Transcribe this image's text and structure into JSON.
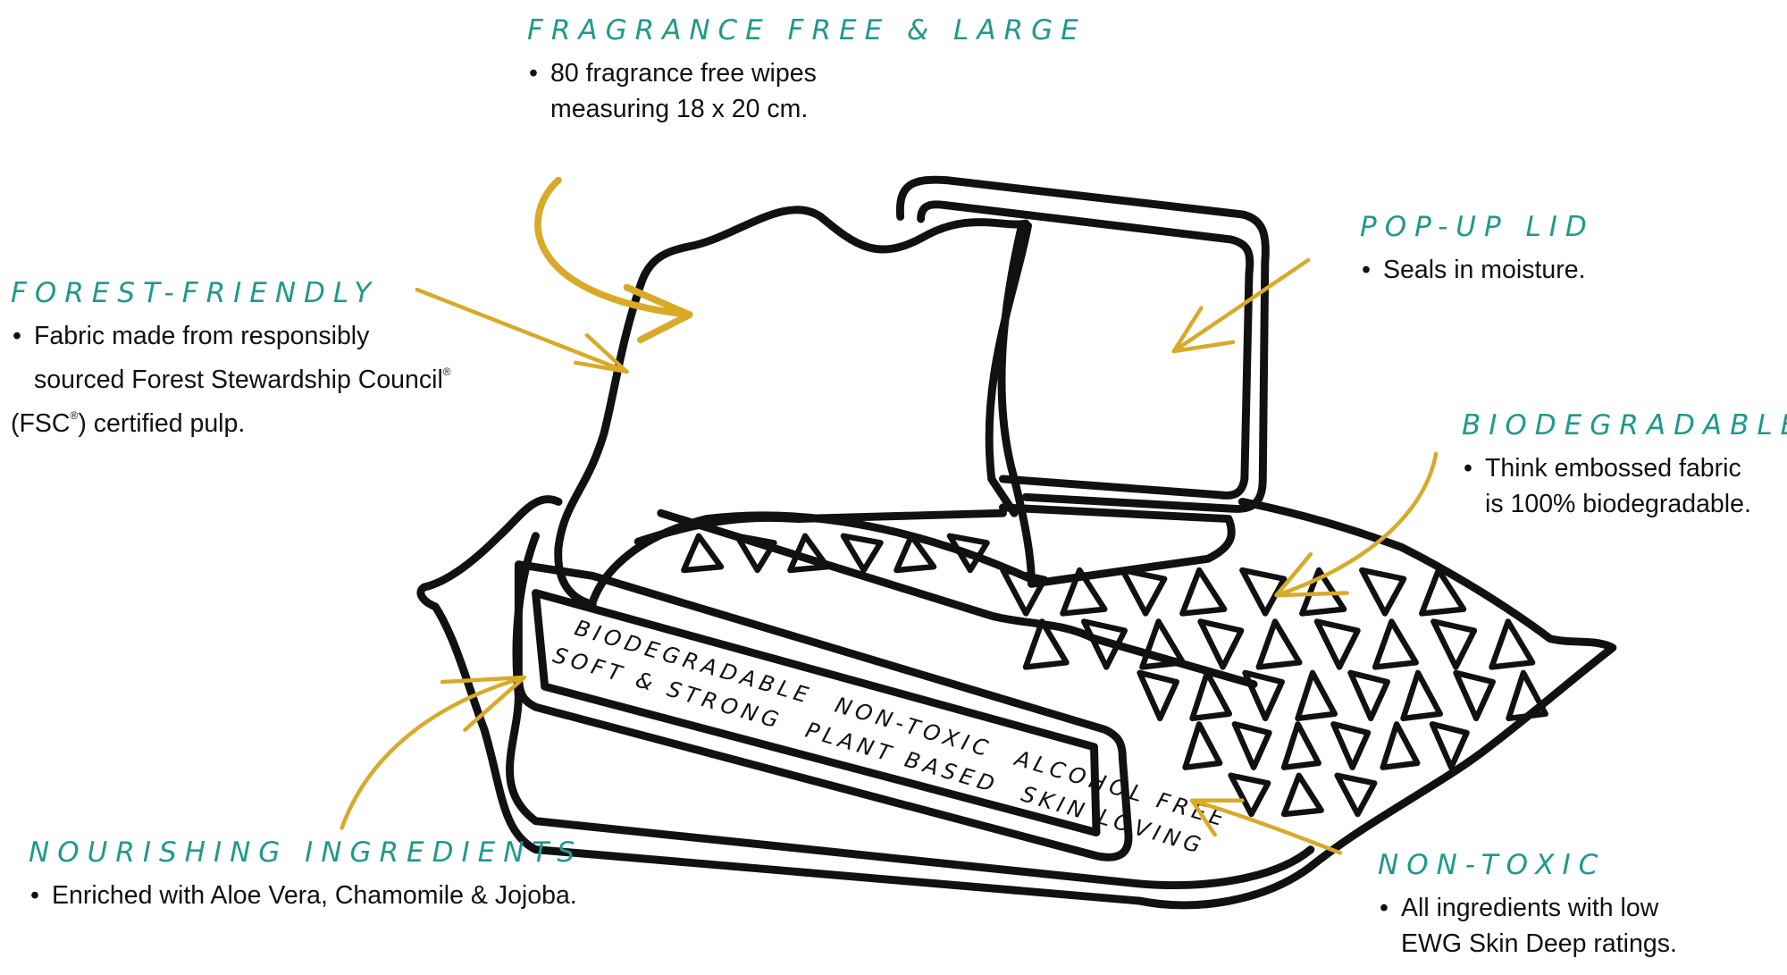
{
  "colors": {
    "heading": "#1e9a8a",
    "arrow": "#d9a928",
    "ink": "#111111",
    "background": "#ffffff"
  },
  "callouts": {
    "fragrance": {
      "heading": "Fragrance Free & Large",
      "bullets": [
        "80 fragrance free wipes\nmeasuring 18 x 20 cm."
      ]
    },
    "forest": {
      "heading": "Forest-Friendly",
      "bullet_line1": "Fabric made from responsibly",
      "bullet_line2": "sourced Forest Stewardship Council",
      "bullet_line3_prefix": "(FSC",
      "bullet_line3_suffix": ") certified pulp.",
      "registered_mark": "®"
    },
    "popup": {
      "heading": "Pop-Up Lid",
      "bullets": [
        "Seals in moisture."
      ]
    },
    "biodegradable": {
      "heading": "Biodegradable",
      "bullets": [
        "Think embossed fabric\nis 100% biodegradable."
      ]
    },
    "nourishing": {
      "heading": "Nourishing Ingredients",
      "bullets": [
        "Enriched with Aloe Vera, Chamomile & Jojoba."
      ]
    },
    "nontoxic": {
      "heading": "Non-Toxic",
      "bullets": [
        "All ingredients with low\nEWG Skin Deep ratings."
      ]
    }
  },
  "package_label": {
    "line1": [
      "BIODEGRADABLE",
      "NON-TOXIC",
      "ALCOHOL FREE"
    ],
    "line2": [
      "SOFT & STRONG",
      "PLANT BASED",
      "SKIN LOVING"
    ]
  },
  "icons": {
    "product": "wipes-package-illustration",
    "arrows": [
      "arrow-fragrance",
      "arrow-forest",
      "arrow-popup",
      "arrow-biodegradable",
      "arrow-nourishing",
      "arrow-nontoxic"
    ]
  }
}
